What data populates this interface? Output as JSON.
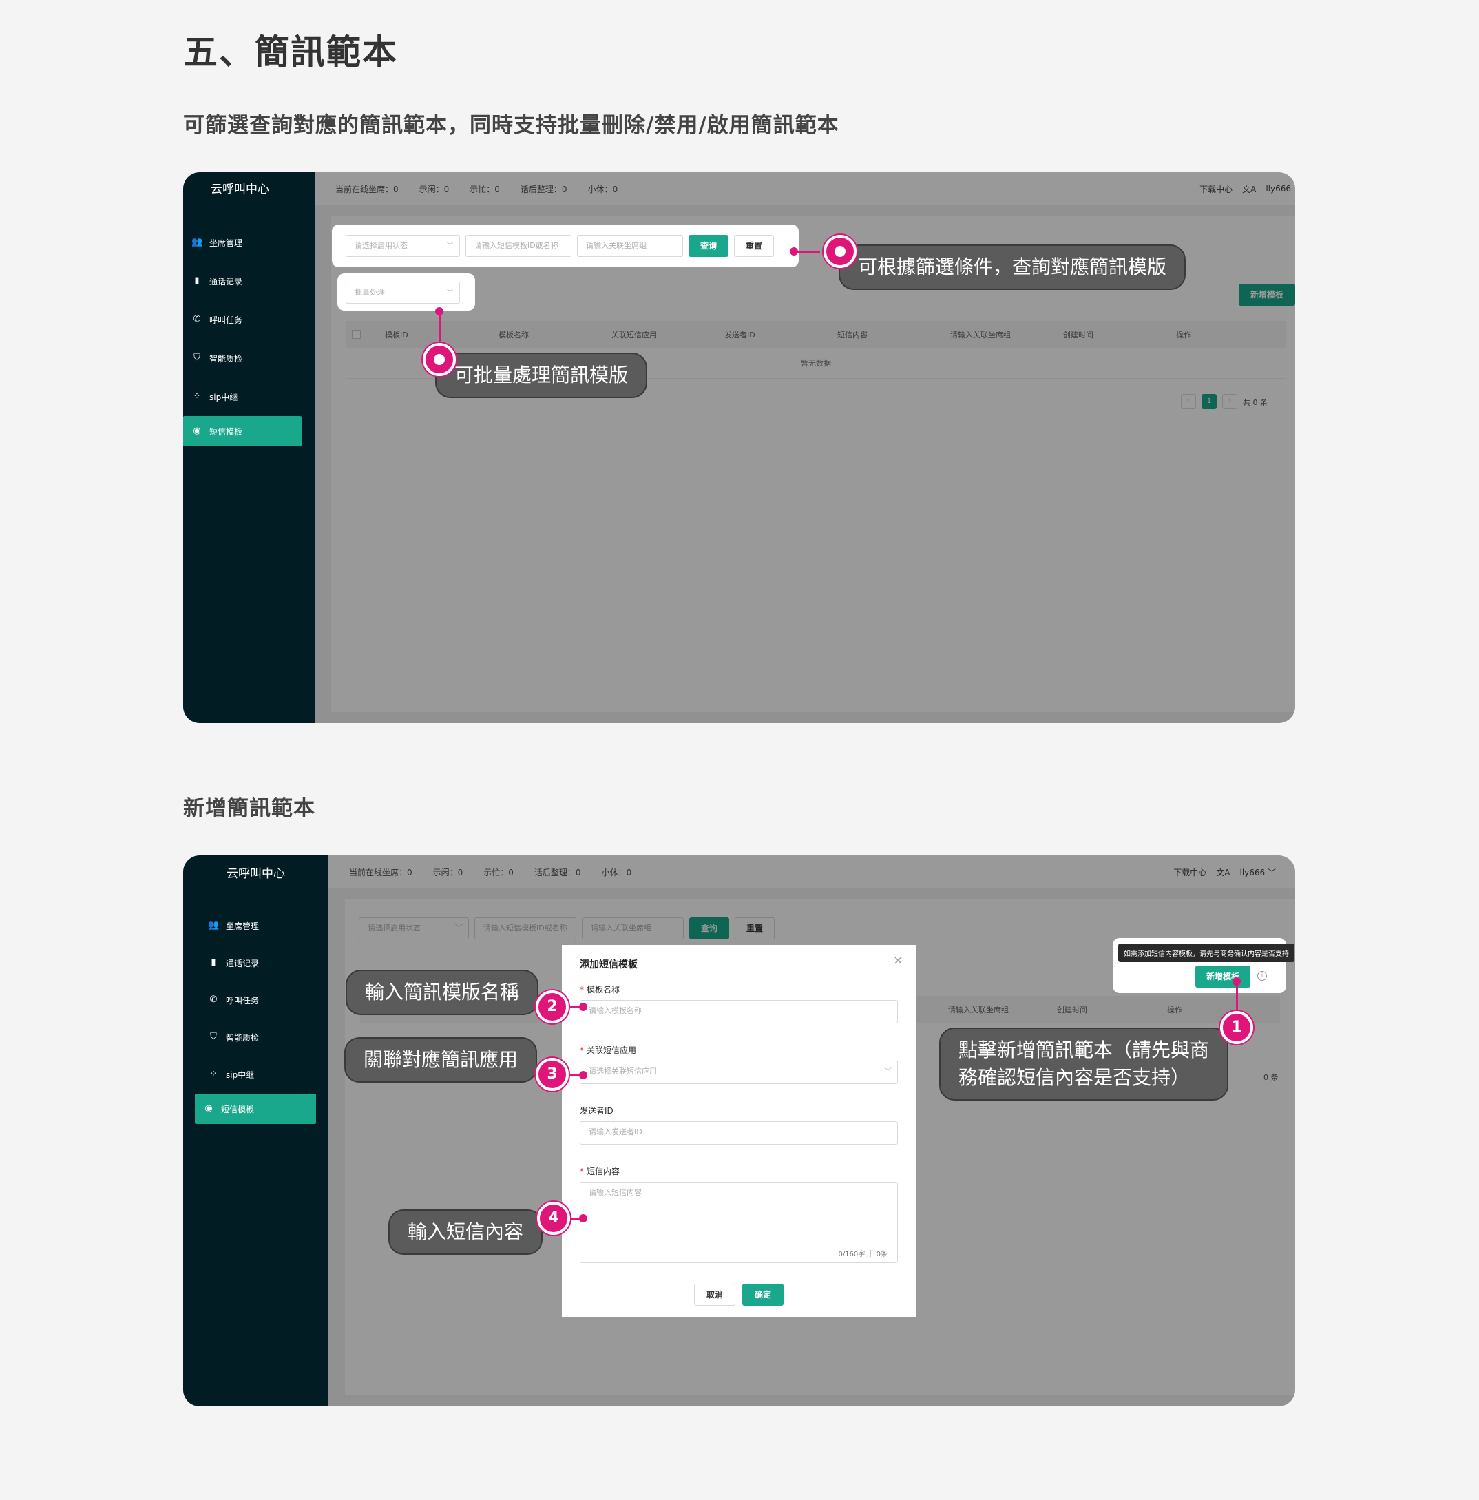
{
  "doc": {
    "heading": "五、簡訊範本",
    "subheading": "可篩選查詢對應的簡訊範本，同時支持批量刪除/禁用/啟用簡訊範本",
    "section2_heading": "新增簡訊範本"
  },
  "app": {
    "logo": "云呼叫中心",
    "stats": [
      "当前在线坐席：0",
      "示闲：0",
      "示忙：0",
      "话后整理：0",
      "小休：0"
    ],
    "download": "下载中心",
    "lang_icon": "文A",
    "user": "lly666",
    "user2": "lly666 ﹀",
    "nav": [
      {
        "label": "坐席管理",
        "icon": "users-icon"
      },
      {
        "label": "通话记录",
        "icon": "book-icon"
      },
      {
        "label": "呼叫任务",
        "icon": "phone-icon"
      },
      {
        "label": "智能质检",
        "icon": "shield-icon"
      },
      {
        "label": "sip中继",
        "icon": "network-icon"
      },
      {
        "label": "短信模板",
        "icon": "chat-icon"
      }
    ]
  },
  "filters": {
    "status_placeholder": "请选择启用状态",
    "id_placeholder": "请输入短信模板ID或名称",
    "group_placeholder": "请输入关联坐席组",
    "search": "查询",
    "reset": "重置",
    "batch": "批量处理",
    "new_template": "新增模板"
  },
  "table": {
    "headers": [
      "模板ID",
      "模板名称",
      "关联短信应用",
      "发送者ID",
      "短信内容",
      "请输入关联坐席组",
      "创建时间",
      "操作"
    ],
    "empty": "暂无数据",
    "page": "1",
    "total": "共 0 条",
    "total_partial": "0 条"
  },
  "callouts": {
    "filter": "可根據篩選條件，查詢對應簡訊模版",
    "batch": "可批量處理簡訊模版",
    "c1_line1": "點擊新增簡訊範本（請先與商",
    "c1_line2": "務確認短信內容是否支持）",
    "c2": "輸入簡訊模版名稱",
    "c3": "關聯對應簡訊應用",
    "c4": "輸入短信內容",
    "n1": "1",
    "n2": "2",
    "n3": "3",
    "n4": "4"
  },
  "modal": {
    "title": "添加短信模板",
    "close": "×",
    "name_label": "模板名称",
    "name_placeholder": "请输入模板名称",
    "app_label": "关联短信应用",
    "app_placeholder": "请选择关联短信应用",
    "sender_label": "发送者ID",
    "sender_placeholder": "请输入发送者ID",
    "content_label": "短信内容",
    "content_placeholder": "请输入短信内容",
    "counter": "0/160字 ｜ 0条",
    "cancel": "取消",
    "ok": "确定",
    "tooltip": "如需添加短信内容模板，请先与商务确认内容是否支持"
  },
  "colors": {
    "accent": "#1aa88c",
    "sidebar": "#021c24",
    "marker": "#e0157a"
  }
}
